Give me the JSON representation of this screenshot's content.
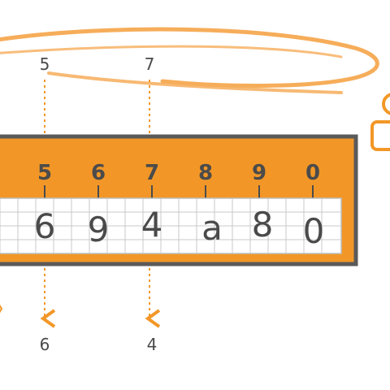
{
  "diagram": {
    "input_labels": [
      "5",
      "7"
    ],
    "key_digits": [
      "5",
      "6",
      "7",
      "8",
      "9",
      "0"
    ],
    "cipher_chars": [
      "6",
      "9",
      "4",
      "a",
      "8",
      "0"
    ],
    "output_labels": [
      "6",
      "4"
    ],
    "colors": {
      "orange": "#f29727",
      "orange_light": "#f6ad5a",
      "frame_border": "#5a5a5a",
      "text_dark": "#4a4a4a",
      "key_text": "#4b4b4b",
      "grid_line": "#bdbdbd",
      "cell_bg": "#ffffff"
    },
    "icons": [
      "rotor-ring-icon",
      "key-icon"
    ]
  }
}
